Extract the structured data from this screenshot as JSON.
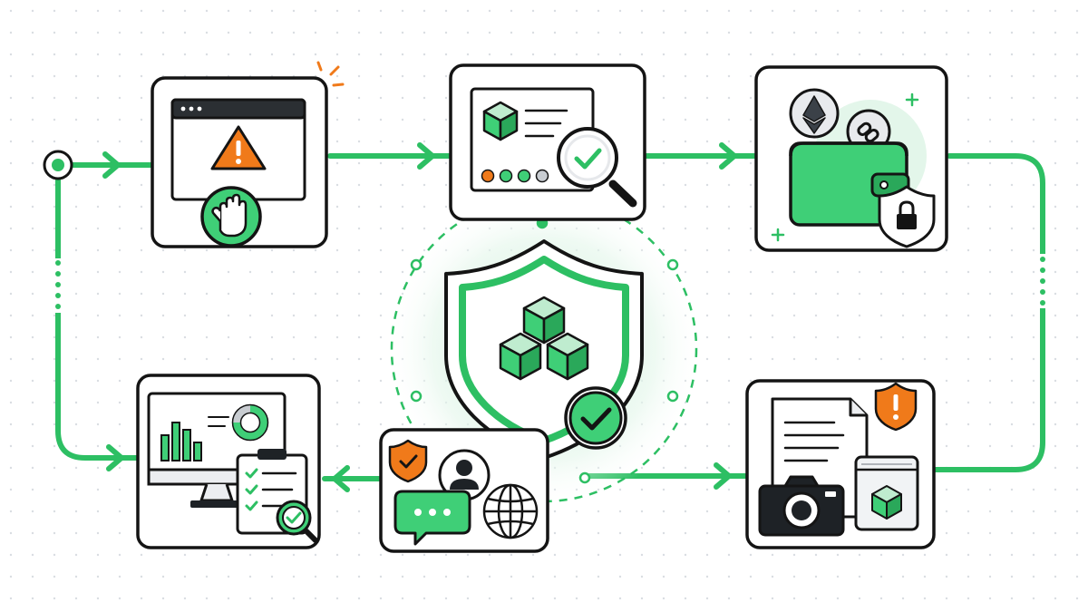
{
  "colors": {
    "accent": "#2dbf63",
    "accent_light": "#e3f6ea",
    "accent_fill": "#3fcf77",
    "warning": "#f07a1a",
    "ink": "#141414",
    "card_fill": "#ffffff",
    "dot_grid": "#d9dde2"
  },
  "flow": {
    "steps": [
      {
        "id": "block-access",
        "icons": [
          "browser-window-icon",
          "warning-triangle-icon",
          "stop-hand-icon"
        ]
      },
      {
        "id": "inspect-token",
        "icons": [
          "document-icon",
          "cube-icon",
          "magnifier-check-icon",
          "progress-dots-icon"
        ]
      },
      {
        "id": "secure-wallet",
        "icons": [
          "wallet-icon",
          "ethereum-coin-icon",
          "link-coin-icon",
          "lock-shield-icon"
        ]
      },
      {
        "id": "evidence-collection",
        "icons": [
          "document-icon",
          "camera-icon",
          "evidence-bag-icon",
          "alert-shield-icon"
        ]
      },
      {
        "id": "communication",
        "icons": [
          "shield-check-icon",
          "user-avatar-icon",
          "chat-bubble-icon",
          "globe-icon"
        ]
      },
      {
        "id": "monitoring-report",
        "icons": [
          "monitor-chart-icon",
          "donut-chart-icon",
          "checklist-clipboard-icon",
          "magnifier-check-icon"
        ]
      }
    ],
    "center_icon": "shield-blocks-check-icon"
  }
}
